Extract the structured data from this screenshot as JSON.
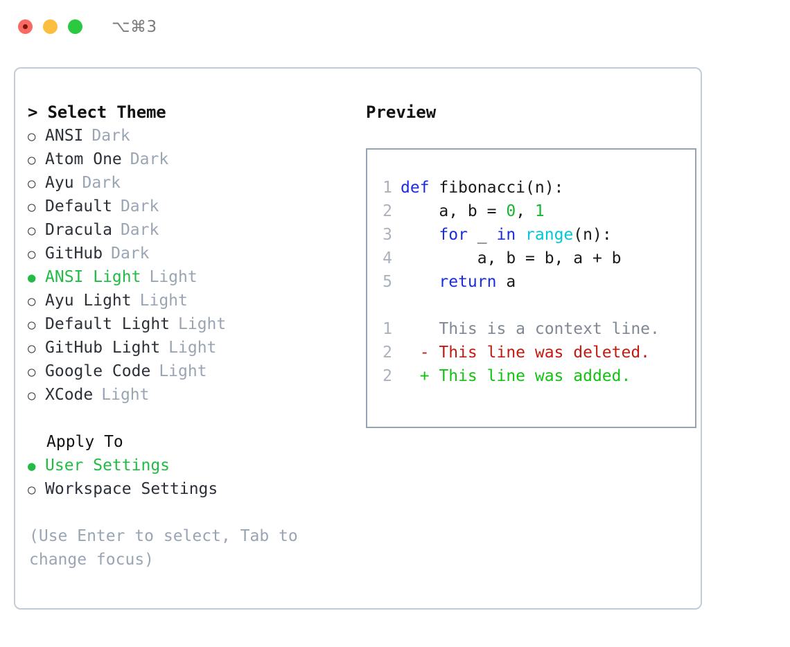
{
  "titlebar": {
    "shortcut": "⌥⌘3",
    "buttons": [
      {
        "name": "close",
        "color": "#fb6a62"
      },
      {
        "name": "minimize",
        "color": "#fcbe3f"
      },
      {
        "name": "zoom",
        "color": "#2bc940"
      }
    ]
  },
  "theme_picker": {
    "heading": "> Select Theme",
    "selected_marker": "●",
    "unselected_marker": "○",
    "accent_color": "#22bb44",
    "variant_color": "#9aa5b4",
    "items": [
      {
        "marker": "○",
        "label": "ANSI",
        "variant": "Dark",
        "selected": false
      },
      {
        "marker": "○",
        "label": "Atom One",
        "variant": "Dark",
        "selected": false
      },
      {
        "marker": "○",
        "label": "Ayu",
        "variant": "Dark",
        "selected": false
      },
      {
        "marker": "○",
        "label": "Default",
        "variant": "Dark",
        "selected": false
      },
      {
        "marker": "○",
        "label": "Dracula",
        "variant": "Dark",
        "selected": false
      },
      {
        "marker": "○",
        "label": "GitHub",
        "variant": "Dark",
        "selected": false
      },
      {
        "marker": "●",
        "label": "ANSI Light",
        "variant": "Light",
        "selected": true
      },
      {
        "marker": "○",
        "label": "Ayu Light",
        "variant": "Light",
        "selected": false
      },
      {
        "marker": "○",
        "label": "Default Light",
        "variant": "Light",
        "selected": false
      },
      {
        "marker": "○",
        "label": "GitHub Light",
        "variant": "Light",
        "selected": false
      },
      {
        "marker": "○",
        "label": "Google Code",
        "variant": "Light",
        "selected": false
      },
      {
        "marker": "○",
        "label": "XCode",
        "variant": "Light",
        "selected": false
      }
    ]
  },
  "apply_to": {
    "heading": "Apply To",
    "items": [
      {
        "marker": "●",
        "label": "User Settings",
        "selected": true
      },
      {
        "marker": "○",
        "label": "Workspace Settings",
        "selected": false
      }
    ]
  },
  "hint": "(Use Enter to select, Tab to change focus)",
  "preview": {
    "title": "Preview",
    "code_lines": [
      {
        "num": "1",
        "segments": [
          {
            "text": "def ",
            "cls": "tok-kw"
          },
          {
            "text": "fibonacci(n):",
            "cls": "code-body"
          }
        ]
      },
      {
        "num": "2",
        "segments": [
          {
            "text": "    a, b = ",
            "cls": "code-body"
          },
          {
            "text": "0",
            "cls": "tok-num"
          },
          {
            "text": ", ",
            "cls": "code-body"
          },
          {
            "text": "1",
            "cls": "tok-num"
          }
        ]
      },
      {
        "num": "3",
        "segments": [
          {
            "text": "    ",
            "cls": "code-body"
          },
          {
            "text": "for",
            "cls": "tok-kw"
          },
          {
            "text": " _ ",
            "cls": "code-body"
          },
          {
            "text": "in ",
            "cls": "tok-kw"
          },
          {
            "text": "range",
            "cls": "tok-fn"
          },
          {
            "text": "(n):",
            "cls": "code-body"
          }
        ]
      },
      {
        "num": "4",
        "segments": [
          {
            "text": "        a, b = b, a + b",
            "cls": "code-body"
          }
        ]
      },
      {
        "num": "5",
        "segments": [
          {
            "text": "    ",
            "cls": "code-body"
          },
          {
            "text": "return",
            "cls": "tok-kw"
          },
          {
            "text": " a",
            "cls": "code-body"
          }
        ]
      }
    ],
    "diff_lines": [
      {
        "num": "1",
        "sign": "  ",
        "text": "This is a context line.",
        "cls": "diff-ctx"
      },
      {
        "num": "2",
        "sign": "- ",
        "text": "This line was deleted.",
        "cls": "diff-del"
      },
      {
        "num": "2",
        "sign": "+ ",
        "text": "This line was added.",
        "cls": "diff-add"
      }
    ]
  }
}
